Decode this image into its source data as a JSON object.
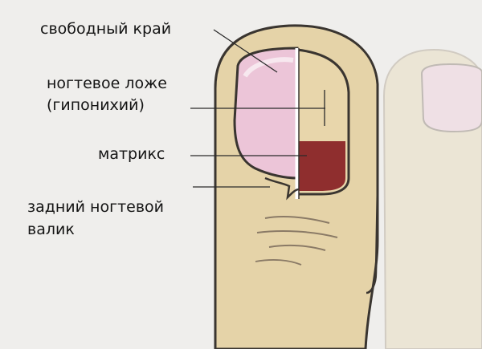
{
  "labels": {
    "free_edge": "свободный край",
    "nail_bed_line1": "ногтевое ложе",
    "nail_bed_line2": "(гипонихий)",
    "matrix": "матрикс",
    "proximal_fold_line1": "задний ногтевой",
    "proximal_fold_line2": "валик"
  },
  "colors": {
    "background": "#efeeec",
    "skin": "#e5d3a8",
    "skin_shadow": "#d8c395",
    "outline": "#3a3530",
    "nail_pink": "#ecc5d8",
    "nail_bed_skin": "#e8d6ab",
    "matrix": "#8f2e2e",
    "leader_line": "#2a2a2a"
  }
}
